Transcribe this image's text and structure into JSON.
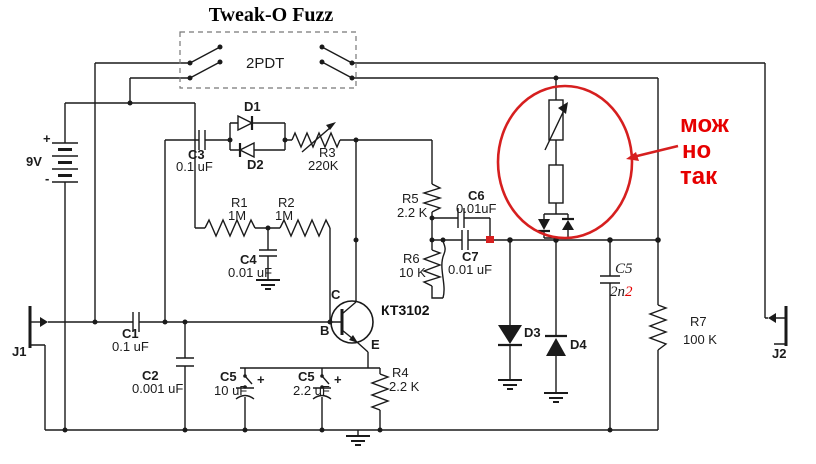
{
  "title": "Tweak-O Fuzz",
  "switch_box": {
    "label": "2PDT"
  },
  "battery": {
    "label": "9V",
    "plus": "+",
    "minus": "-"
  },
  "jacks": {
    "j1": "J1",
    "j2": "J2"
  },
  "transistor": {
    "ref": "КТ3102",
    "base": "B",
    "collector": "C",
    "emitter": "E"
  },
  "capacitors": {
    "c1": {
      "ref": "C1",
      "value": "0.1 uF"
    },
    "c2": {
      "ref": "C2",
      "value": "0.001 uF"
    },
    "c3": {
      "ref": "C3",
      "value": "0.1 uF"
    },
    "c4": {
      "ref": "C4",
      "value": "0.01 uF"
    },
    "c5a": {
      "ref": "C5",
      "value": "10 uF",
      "plus": "+"
    },
    "c5b": {
      "ref": "C5",
      "value": "2.2 uF",
      "plus": "+"
    },
    "c5c": {
      "ref": "C5",
      "value_main": "2n",
      "value_accent": "2"
    },
    "c6": {
      "ref": "C6",
      "value": "0.01uF"
    },
    "c7": {
      "ref": "C7",
      "value": "0.01 uF"
    }
  },
  "resistors": {
    "r1": {
      "ref": "R1",
      "value": "1M"
    },
    "r2": {
      "ref": "R2",
      "value": "1M"
    },
    "r3": {
      "ref": "R3",
      "value": "220K"
    },
    "r4": {
      "ref": "R4",
      "value": "2.2 K"
    },
    "r5": {
      "ref": "R5",
      "value": "2.2 K"
    },
    "r6": {
      "ref": "R6",
      "value": "10 K"
    },
    "r7": {
      "ref": "R7",
      "value": "100 K"
    }
  },
  "diodes": {
    "d1": "D1",
    "d2": "D2",
    "d3": "D3",
    "d4": "D4"
  },
  "annotation": {
    "line1": "мож",
    "line2": "но",
    "line3": "так"
  },
  "colors": {
    "wire": "#1a1a1a",
    "annotation_red": "#e60000",
    "highlight_red": "#d61f1f"
  }
}
